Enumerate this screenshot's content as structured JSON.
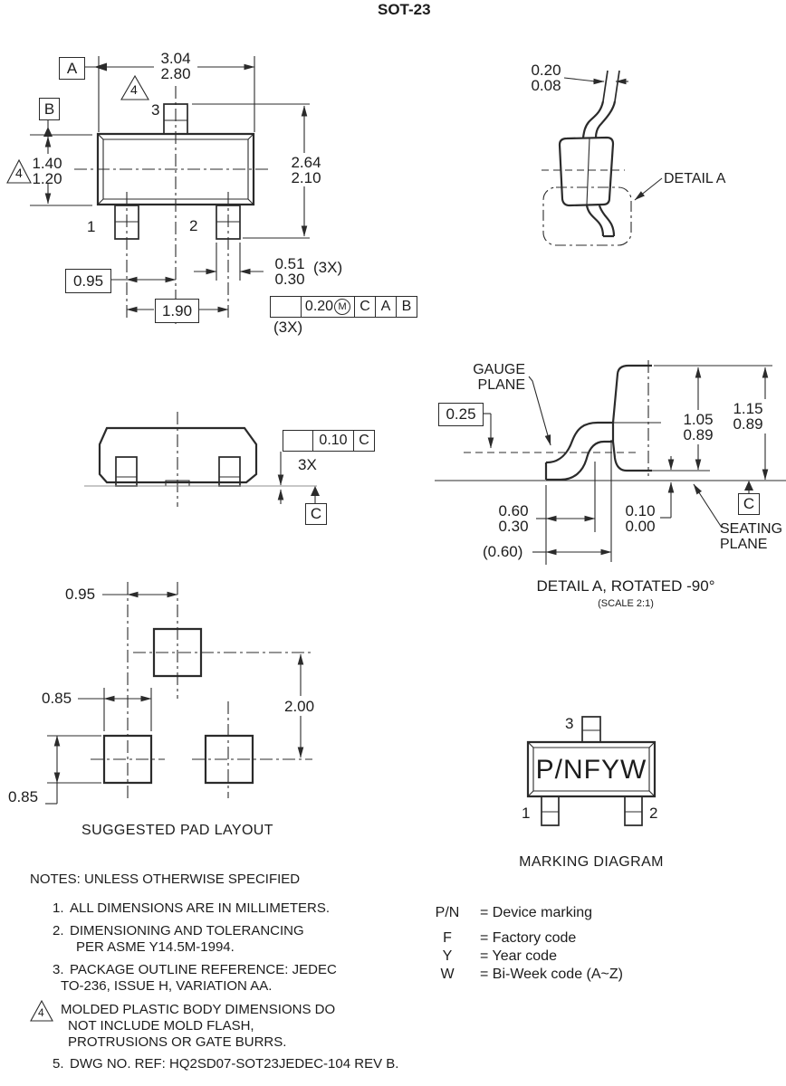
{
  "title": "SOT-23",
  "front": {
    "datum_a": "A",
    "datum_b": "B",
    "flag": "4",
    "dim_width": [
      "3.04",
      "2.80"
    ],
    "dim_height": [
      "2.64",
      "2.10"
    ],
    "dim_body_h": [
      "1.40",
      "1.20"
    ],
    "pin1": "1",
    "pin2": "2",
    "pin3": "3",
    "dim_pitch": "0.95",
    "dim_span": "1.90",
    "dim_lead": [
      "0.51",
      "0.30"
    ],
    "lead_qty": "(3X)",
    "fcf": {
      "tol": "0.20",
      "mod": "M",
      "d1": "C",
      "d2": "A",
      "d3": "B",
      "qty": "(3X)"
    }
  },
  "detail": {
    "dim": [
      "0.20",
      "0.08"
    ],
    "label": "DETAIL A"
  },
  "side": {
    "fcf_tol": "0.10",
    "fcf_datum": "C",
    "qty": "3X",
    "datum_c": "C"
  },
  "gauge": {
    "plane_l1": "GAUGE",
    "plane_l2": "PLANE",
    "dim_gauge": "0.25",
    "dim_a": [
      "1.05",
      "0.89"
    ],
    "dim_b": [
      "1.15",
      "0.89"
    ],
    "dim_c": [
      "0.60",
      "0.30"
    ],
    "dim_d": [
      "0.10",
      "0.00"
    ],
    "dim_e": "(0.60)",
    "datum_c": "C",
    "seat_l1": "SEATING",
    "seat_l2": "PLANE",
    "caption": "DETAIL A, ROTATED -90°",
    "scale": "(SCALE 2:1)"
  },
  "pads": {
    "dim_pitch": "0.95",
    "dim_w": "0.85",
    "dim_v": "2.00",
    "dim_h": "0.85",
    "caption": "SUGGESTED PAD LAYOUT"
  },
  "marking": {
    "code": "P/NFYW",
    "pin1": "1",
    "pin2": "2",
    "pin3": "3",
    "caption": "MARKING DIAGRAM"
  },
  "legend": [
    {
      "sym": "P/N",
      "desc": "= Device marking"
    },
    {
      "sym": "F",
      "desc": "= Factory code"
    },
    {
      "sym": "Y",
      "desc": "= Year code"
    },
    {
      "sym": "W",
      "desc": "= Bi-Week code (A~Z)"
    }
  ],
  "notes": {
    "heading": "NOTES: UNLESS OTHERWISE SPECIFIED",
    "n1": "1.",
    "t1": "ALL DIMENSIONS ARE IN MILLIMETERS.",
    "n2": "2.",
    "t2a": "DIMENSIONING AND TOLERANCING",
    "t2b": "PER ASME Y14.5M-1994.",
    "n3": "3.",
    "t3a": "PACKAGE OUTLINE REFERENCE: JEDEC",
    "t3b": "TO-236, ISSUE H, VARIATION AA.",
    "n4": "4",
    "t4a": "MOLDED PLASTIC BODY DIMENSIONS DO",
    "t4b": "NOT INCLUDE MOLD FLASH,",
    "t4c": "PROTRUSIONS OR GATE BURRS.",
    "n5": "5.",
    "t5": "DWG NO. REF: HQ2SD07-SOT23JEDEC-104 REV B."
  }
}
